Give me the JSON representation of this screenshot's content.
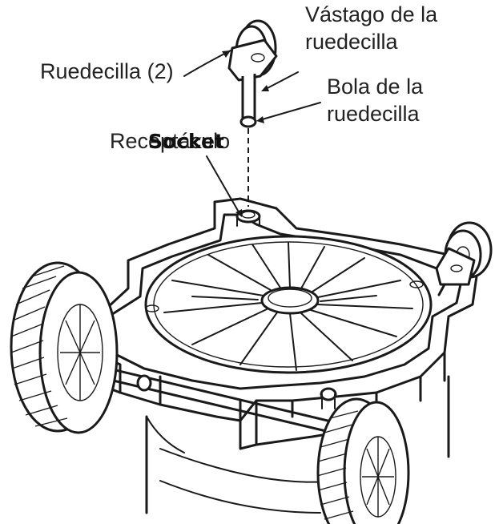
{
  "labels": {
    "caster": "Ruedecilla (2)",
    "stem_line1": "Vástago de la",
    "stem_line2": "ruedecilla",
    "ball_line1": "Bola de la",
    "ball_line2": "ruedecilla",
    "socket_es": "Receptáculo",
    "socket_en": "Socket"
  },
  "colors": {
    "line": "#1a1a1a",
    "background": "#ffffff"
  }
}
